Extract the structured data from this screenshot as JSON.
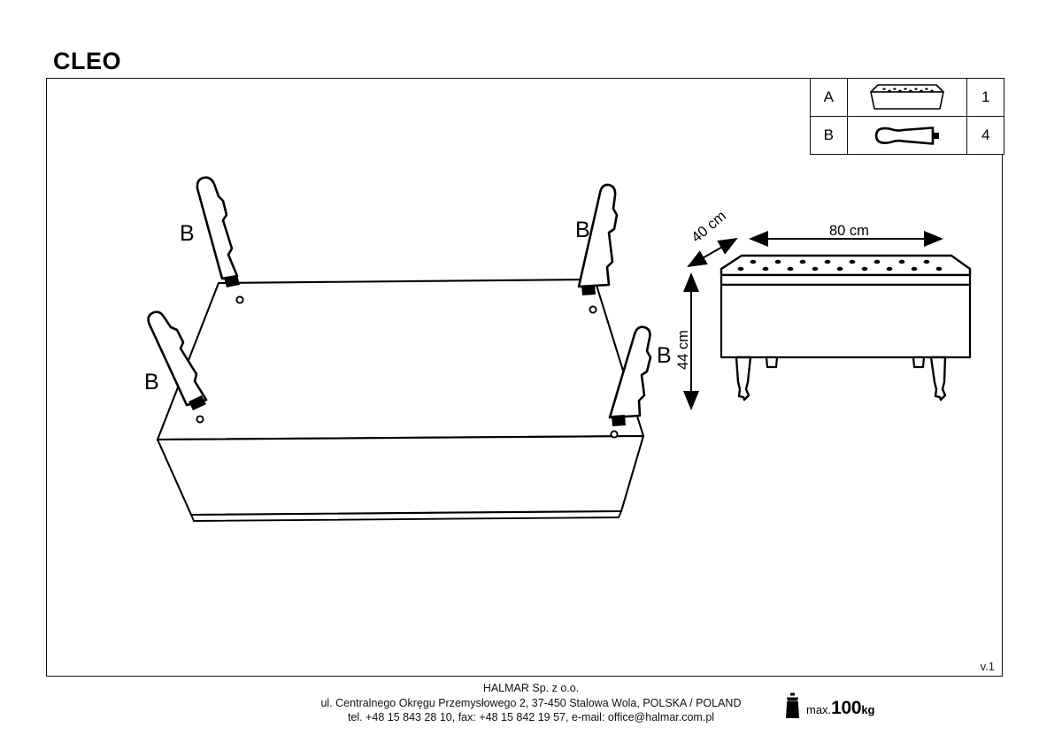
{
  "document": {
    "title": "CLEO",
    "version": "v.1"
  },
  "parts_table": {
    "rows": [
      {
        "letter": "A",
        "icon": "bench-seat-icon",
        "qty": "1"
      },
      {
        "letter": "B",
        "icon": "tapered-leg-icon",
        "qty": "4"
      }
    ]
  },
  "exploded_view": {
    "callouts": [
      {
        "label": "B"
      },
      {
        "label": "B"
      },
      {
        "label": "B"
      },
      {
        "label": "B"
      }
    ]
  },
  "dimensions": {
    "width": "80 cm",
    "depth": "40 cm",
    "height": "44 cm"
  },
  "max_load": {
    "prefix": "max.",
    "value": "100",
    "unit": "kg",
    "icon": "weight-icon"
  },
  "footer": {
    "company": "HALMAR Sp. z o.o.",
    "address": "ul. Centralnego Okręgu Przemysłowego 2, 37-450 Stalowa Wola, POLSKA / POLAND",
    "contact": "tel. +48 15 843 28 10, fax: +48 15 842 19 57, e-mail: office@halmar.com.pl"
  },
  "colors": {
    "ink": "#000000",
    "frame": "#111111",
    "background": "#ffffff"
  }
}
